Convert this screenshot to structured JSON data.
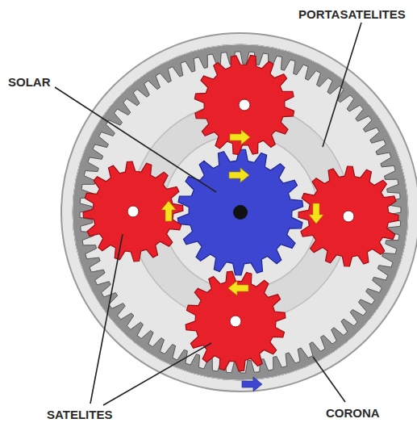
{
  "diagram": {
    "labels": [
      "PORTASATELITES",
      "SOLAR",
      "SATELITES",
      "CORONA"
    ]
  }
}
